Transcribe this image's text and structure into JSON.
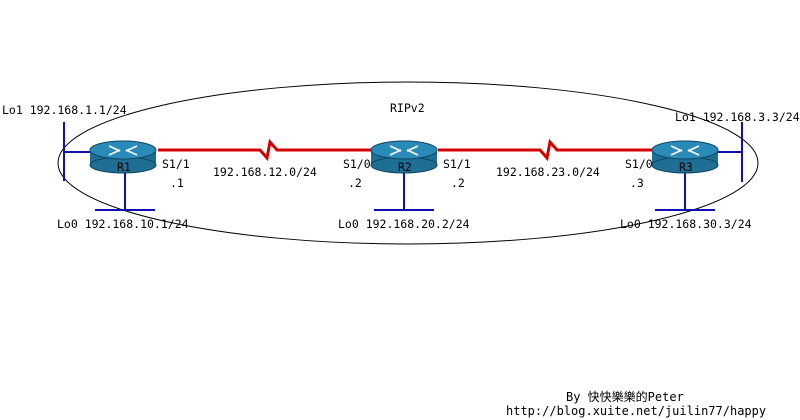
{
  "protocol_label": "RIPv2",
  "routers": [
    {
      "name": "R1",
      "serial_left": null,
      "serial_right": {
        "iface": "S1/1",
        "host": ".1"
      },
      "lo0": "Lo0 192.168.10.1/24",
      "lo1": "Lo1 192.168.1.1/24"
    },
    {
      "name": "R2",
      "serial_left": {
        "iface": "S1/0",
        "host": ".2"
      },
      "serial_right": {
        "iface": "S1/1",
        "host": ".2"
      },
      "lo0": "Lo0 192.168.20.2/24",
      "lo1": null
    },
    {
      "name": "R3",
      "serial_left": {
        "iface": "S1/0",
        "host": ".3"
      },
      "serial_right": null,
      "lo0": "Lo0 192.168.30.3/24",
      "lo1": "Lo1 192.168.3.3/24"
    }
  ],
  "links": [
    {
      "from": "R1",
      "to": "R2",
      "network": "192.168.12.0/24"
    },
    {
      "from": "R2",
      "to": "R3",
      "network": "192.168.23.0/24"
    }
  ],
  "credit": {
    "author": "By 快快樂樂的Peter",
    "url": "http://blog.xuite.net/juilin77/happy"
  },
  "colors": {
    "router_top": "#2a8bb8",
    "router_body": "#1f6f95",
    "serial_link": "#d40000",
    "loopback": "#1010b0",
    "outline": "#000000"
  }
}
